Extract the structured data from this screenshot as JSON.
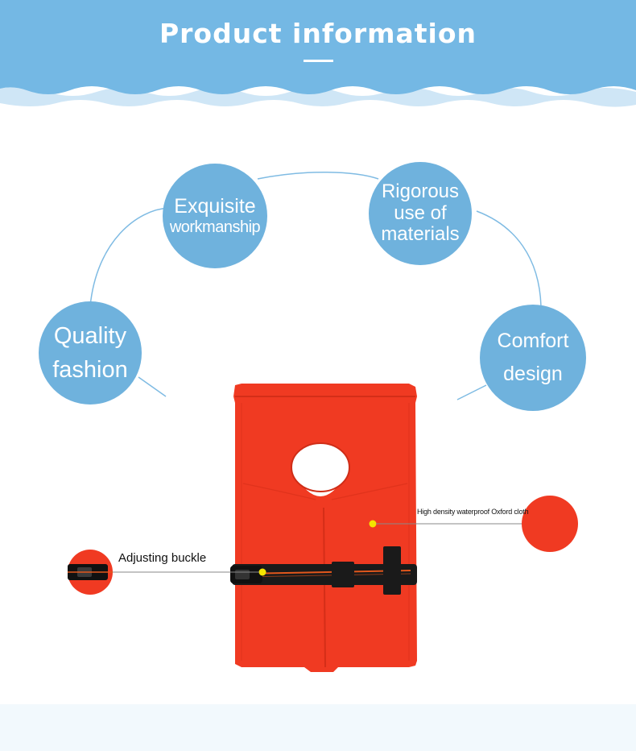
{
  "header": {
    "title": "Product information",
    "background_color": "#74b8e4"
  },
  "features": {
    "workmanship": {
      "line1": "Exquisite",
      "line2": "workmanship"
    },
    "materials": {
      "line1": "Rigorous",
      "line2": "use of",
      "line3": "materials"
    },
    "quality": {
      "line1": "Quality",
      "line2": "fashion"
    },
    "comfort": {
      "line1": "Comfort",
      "line2": "design"
    },
    "bubble_color": "#6fb2dd"
  },
  "callouts": {
    "buckle_label": "Adjusting buckle",
    "fabric_label": "High density waterproof Oxford cloth"
  },
  "product": {
    "name": "life-vest",
    "main_color": "#f03a22",
    "strap_color": "#1a1a1a"
  }
}
